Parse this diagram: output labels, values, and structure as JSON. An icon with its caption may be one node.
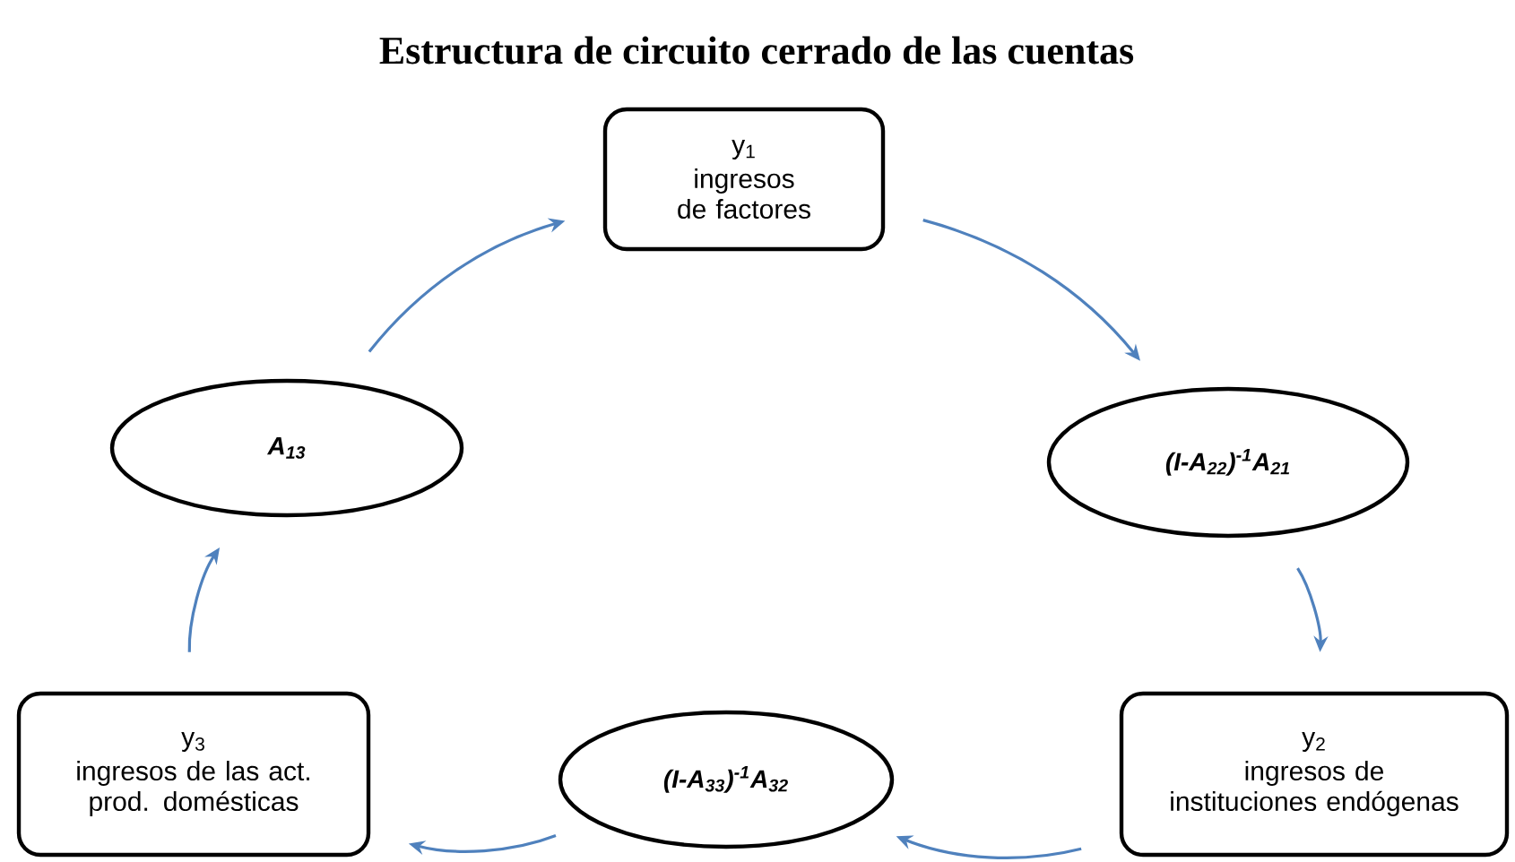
{
  "diagram": {
    "title": "Estructura de circuito cerrado de las cuentas",
    "nodes": [
      {
        "text": [
          "y$_{1}$",
          "ingresos de factores"
        ]
      },
      {
        "text": [
          "(I-A$_{22}$)$^{-1}$A$_{21}$"
        ]
      },
      {
        "text": [
          "y$_{2}$",
          "ingresos de instituciones endógenas"
        ]
      },
      {
        "text": [
          "(I-A$_{33}$)$^{-1}$A$_{32}$"
        ]
      },
      {
        "text": [
          "y$_{3}$",
          "ingresos de las act. prod. domésticas"
        ]
      },
      {
        "text": [
          "A$_{13}$"
        ]
      }
    ],
    "edges": [
      {
        "from": 0,
        "to": 1,
        "arrow": "to"
      },
      {
        "from": 1,
        "to": 2,
        "arrow": "to"
      },
      {
        "from": 2,
        "to": 3,
        "arrow": "to"
      },
      {
        "from": 3,
        "to": 4,
        "arrow": "to"
      },
      {
        "from": 4,
        "to": 5,
        "arrow": "to"
      },
      {
        "from": 5,
        "to": 0,
        "arrow": "to"
      }
    ]
  }
}
